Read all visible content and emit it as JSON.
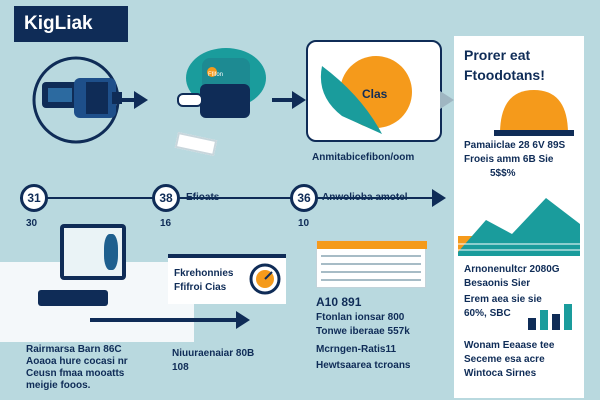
{
  "app_title": "KigLiak",
  "steps": [
    {
      "number": "31",
      "label": "",
      "sub": "30"
    },
    {
      "number": "38",
      "label": "Efioats",
      "sub": "16"
    },
    {
      "number": "36",
      "label": "Anwolioba amotel",
      "sub": "10"
    }
  ],
  "center_card": {
    "badge_text": "Clas",
    "caption": "Anmitabicefibon/oom"
  },
  "fact_panel": {
    "title_line1": "Prorer eat",
    "title_line2": "Ftoodotans!",
    "stat_line1": "Pamaiiclae 28 6V 89S",
    "stat_line2": "Froeis amm 6B Sie",
    "stat_line3": "5$$%",
    "section_title_line1": "Arnonenultcr 2080G",
    "section_title_line2": "Besaonis Sier",
    "section_line3": "Erem aea sie sie",
    "section_line4": "60%, SBC",
    "footer_line1": "Wonam Eeaase tee",
    "footer_line2": "Seceme esa acre",
    "footer_line3": "Wintoca Sirnes"
  },
  "panels": [
    {
      "title": "Fkrehonnies",
      "subtitle": "Ffifroi Cias",
      "caption_line1": "Niuuraenaiar 80B",
      "caption_line2": "108"
    },
    {
      "title": "A10 891",
      "subtitle": "Ftonlan ionsar 800",
      "caption_line1": "Tonwe iberaae 557k",
      "caption_line2": "Mcrngen-Ratis11",
      "caption_line3": "Hewtsaarea tcroans"
    }
  ],
  "left_footer": {
    "line1": "Rairmarsa Barn 86C",
    "line2": "Aoaoa hure cocasi nr",
    "line3": "Ceusn fmaa mooatts",
    "line4": "meigie fooos."
  },
  "colors": {
    "navy": "#0f2c57",
    "teal": "#1a9c9c",
    "orange": "#f59a1b",
    "bg": "#b9d9df"
  }
}
